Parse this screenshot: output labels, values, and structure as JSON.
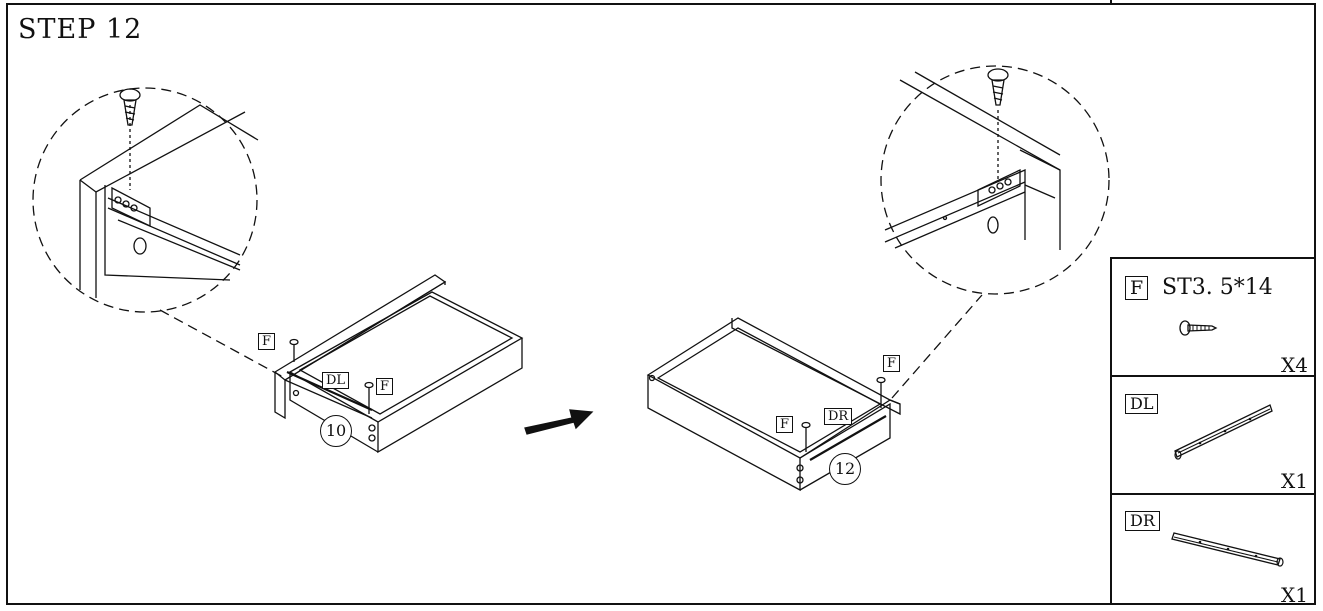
{
  "step": {
    "title": "STEP 12"
  },
  "diagram_labels": {
    "left_screw_tag_1": "F",
    "left_screw_tag_2": "F",
    "left_rail_tag": "DL",
    "left_step_ref": "10",
    "right_screw_tag_1": "F",
    "right_screw_tag_2": "F",
    "right_rail_tag": "DR",
    "right_step_ref": "12"
  },
  "parts": [
    {
      "tag": "F",
      "code": "ST3. 5*14",
      "qty": "X4",
      "icon": "screw-icon"
    },
    {
      "tag": "DL",
      "code": "",
      "qty": "X1",
      "icon": "rail-left-icon"
    },
    {
      "tag": "DR",
      "code": "",
      "qty": "X1",
      "icon": "rail-right-icon"
    }
  ]
}
